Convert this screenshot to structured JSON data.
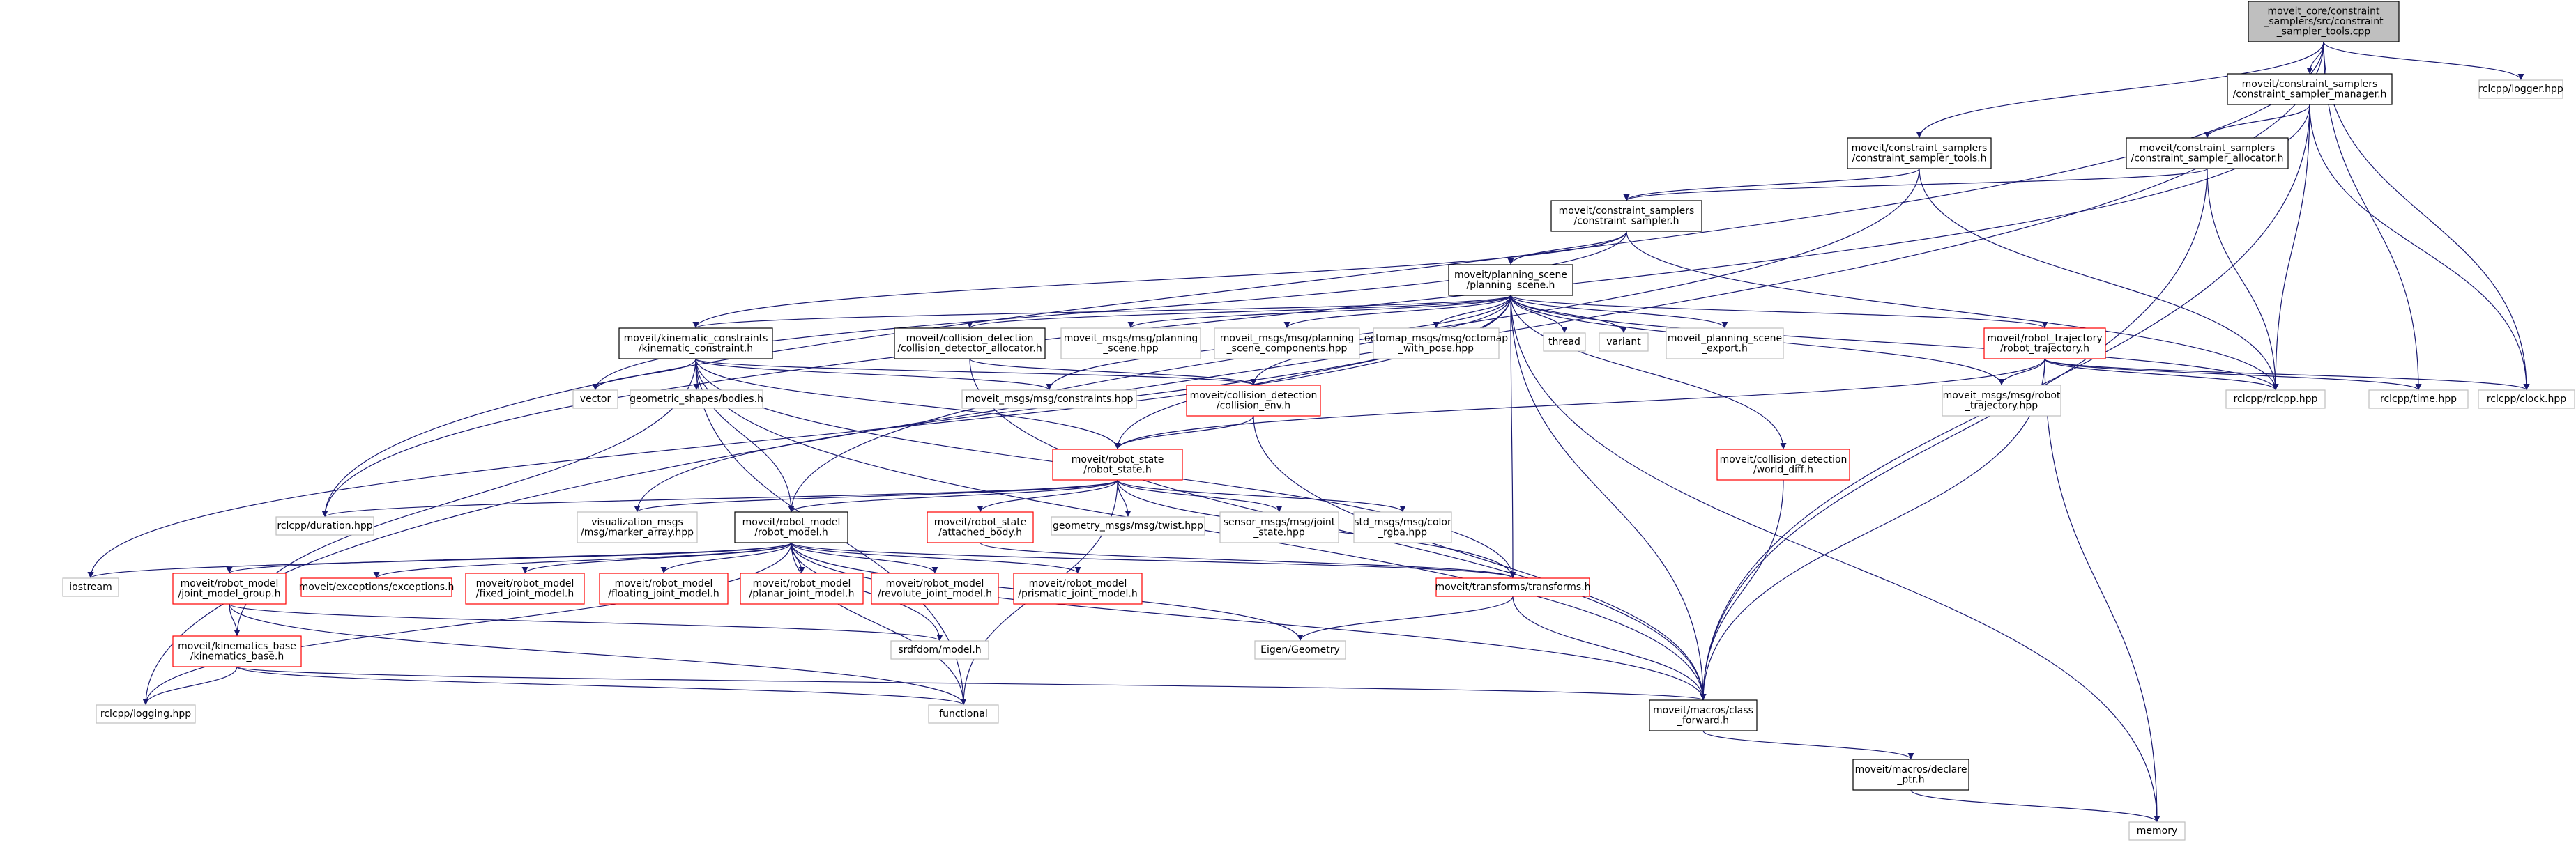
{
  "colors": {
    "edge": "#191970",
    "fill": "#ffffff",
    "root_fill": "#bfbfbf",
    "border_default": "#000000",
    "border_missing": "#bfbfbf",
    "border_truncated": "#ff0000"
  },
  "nodes": [
    {
      "id": "root",
      "lines": [
        "moveit_core/constraint",
        "_samplers/src/constraint",
        "_sampler_tools.cpp"
      ],
      "style": "root"
    },
    {
      "id": "csm",
      "lines": [
        "moveit/constraint_samplers",
        "/constraint_sampler_manager.h"
      ],
      "style": "normal"
    },
    {
      "id": "rclcpp_logger",
      "lines": [
        "rclcpp/logger.hpp"
      ],
      "style": "missing"
    },
    {
      "id": "cst",
      "lines": [
        "moveit/constraint_samplers",
        "/constraint_sampler_tools.h"
      ],
      "style": "normal"
    },
    {
      "id": "csa",
      "lines": [
        "moveit/constraint_samplers",
        "/constraint_sampler_allocator.h"
      ],
      "style": "normal"
    },
    {
      "id": "cs",
      "lines": [
        "moveit/constraint_samplers",
        "/constraint_sampler.h"
      ],
      "style": "normal"
    },
    {
      "id": "ps",
      "lines": [
        "moveit/planning_scene",
        "/planning_scene.h"
      ],
      "style": "normal"
    },
    {
      "id": "kc",
      "lines": [
        "moveit/kinematic_constraints",
        "/kinematic_constraint.h"
      ],
      "style": "normal"
    },
    {
      "id": "cda",
      "lines": [
        "moveit/collision_detection",
        "/collision_detector_allocator.h"
      ],
      "style": "normal"
    },
    {
      "id": "ps_msg",
      "lines": [
        "moveit_msgs/msg/planning",
        "_scene.hpp"
      ],
      "style": "missing"
    },
    {
      "id": "psc_msg",
      "lines": [
        "moveit_msgs/msg/planning",
        "_scene_components.hpp"
      ],
      "style": "missing"
    },
    {
      "id": "octo",
      "lines": [
        "octomap_msgs/msg/octomap",
        "_with_pose.hpp"
      ],
      "style": "missing"
    },
    {
      "id": "thread",
      "lines": [
        "thread"
      ],
      "style": "missing"
    },
    {
      "id": "variant",
      "lines": [
        "variant"
      ],
      "style": "missing"
    },
    {
      "id": "pse",
      "lines": [
        "moveit_planning_scene",
        "_export.h"
      ],
      "style": "missing"
    },
    {
      "id": "rt",
      "lines": [
        "moveit/robot_trajectory",
        "/robot_trajectory.h"
      ],
      "style": "truncated"
    },
    {
      "id": "vector",
      "lines": [
        "vector"
      ],
      "style": "missing"
    },
    {
      "id": "gsb",
      "lines": [
        "geometric_shapes/bodies.h"
      ],
      "style": "missing"
    },
    {
      "id": "constraints",
      "lines": [
        "moveit_msgs/msg/constraints.hpp"
      ],
      "style": "missing"
    },
    {
      "id": "ce",
      "lines": [
        "moveit/collision_detection",
        "/collision_env.h"
      ],
      "style": "truncated"
    },
    {
      "id": "rtraj_msg",
      "lines": [
        "moveit_msgs/msg/robot",
        "_trajectory.hpp"
      ],
      "style": "missing"
    },
    {
      "id": "rclcpp_h",
      "lines": [
        "rclcpp/rclcpp.hpp"
      ],
      "style": "missing"
    },
    {
      "id": "rclcpp_time",
      "lines": [
        "rclcpp/time.hpp"
      ],
      "style": "missing"
    },
    {
      "id": "rclcpp_clock",
      "lines": [
        "rclcpp/clock.hpp"
      ],
      "style": "missing"
    },
    {
      "id": "rs",
      "lines": [
        "moveit/robot_state",
        "/robot_state.h"
      ],
      "style": "truncated"
    },
    {
      "id": "wd",
      "lines": [
        "moveit/collision_detection",
        "/world_diff.h"
      ],
      "style": "truncated"
    },
    {
      "id": "duration",
      "lines": [
        "rclcpp/duration.hpp"
      ],
      "style": "missing"
    },
    {
      "id": "viz",
      "lines": [
        "visualization_msgs",
        "/msg/marker_array.hpp"
      ],
      "style": "missing"
    },
    {
      "id": "rm",
      "lines": [
        "moveit/robot_model",
        "/robot_model.h"
      ],
      "style": "normal"
    },
    {
      "id": "ab",
      "lines": [
        "moveit/robot_state",
        "/attached_body.h"
      ],
      "style": "truncated"
    },
    {
      "id": "twist",
      "lines": [
        "geometry_msgs/msg/twist.hpp"
      ],
      "style": "missing"
    },
    {
      "id": "js",
      "lines": [
        "sensor_msgs/msg/joint",
        "_state.hpp"
      ],
      "style": "missing"
    },
    {
      "id": "rgba",
      "lines": [
        "std_msgs/msg/color",
        "_rgba.hpp"
      ],
      "style": "missing"
    },
    {
      "id": "iostream",
      "lines": [
        "iostream"
      ],
      "style": "missing"
    },
    {
      "id": "jmg",
      "lines": [
        "moveit/robot_model",
        "/joint_model_group.h"
      ],
      "style": "truncated"
    },
    {
      "id": "exc",
      "lines": [
        "moveit/exceptions/exceptions.h"
      ],
      "style": "truncated"
    },
    {
      "id": "fjm",
      "lines": [
        "moveit/robot_model",
        "/fixed_joint_model.h"
      ],
      "style": "truncated"
    },
    {
      "id": "flj",
      "lines": [
        "moveit/robot_model",
        "/floating_joint_model.h"
      ],
      "style": "truncated"
    },
    {
      "id": "pjm",
      "lines": [
        "moveit/robot_model",
        "/planar_joint_model.h"
      ],
      "style": "truncated"
    },
    {
      "id": "rjm",
      "lines": [
        "moveit/robot_model",
        "/revolute_joint_model.h"
      ],
      "style": "truncated"
    },
    {
      "id": "prjm",
      "lines": [
        "moveit/robot_model",
        "/prismatic_joint_model.h"
      ],
      "style": "truncated"
    },
    {
      "id": "tf",
      "lines": [
        "moveit/transforms/transforms.h"
      ],
      "style": "truncated"
    },
    {
      "id": "eigen",
      "lines": [
        "Eigen/Geometry"
      ],
      "style": "missing"
    },
    {
      "id": "kb",
      "lines": [
        "moveit/kinematics_base",
        "/kinematics_base.h"
      ],
      "style": "truncated"
    },
    {
      "id": "srdf",
      "lines": [
        "srdfdom/model.h"
      ],
      "style": "missing"
    },
    {
      "id": "logging",
      "lines": [
        "rclcpp/logging.hpp"
      ],
      "style": "missing"
    },
    {
      "id": "functional",
      "lines": [
        "functional"
      ],
      "style": "missing"
    },
    {
      "id": "cf",
      "lines": [
        "moveit/macros/class",
        "_forward.h"
      ],
      "style": "normal"
    },
    {
      "id": "dp",
      "lines": [
        "moveit/macros/declare",
        "_ptr.h"
      ],
      "style": "normal"
    },
    {
      "id": "memory",
      "lines": [
        "memory"
      ],
      "style": "missing"
    }
  ],
  "edges": [
    [
      "root",
      "csm"
    ],
    [
      "root",
      "rclcpp_logger"
    ],
    [
      "root",
      "cst"
    ],
    [
      "root",
      "duration"
    ],
    [
      "root",
      "logging"
    ],
    [
      "root",
      "rclcpp_time"
    ],
    [
      "root",
      "rclcpp_clock"
    ],
    [
      "csm",
      "csa"
    ],
    [
      "csm",
      "cf"
    ],
    [
      "csm",
      "rclcpp_h"
    ],
    [
      "csm",
      "rclcpp_clock"
    ],
    [
      "csm",
      "duration"
    ],
    [
      "cst",
      "cs"
    ],
    [
      "cst",
      "rclcpp_h"
    ],
    [
      "cst",
      "rm"
    ],
    [
      "csa",
      "cs"
    ],
    [
      "csa",
      "cf"
    ],
    [
      "csa",
      "rclcpp_h"
    ],
    [
      "cs",
      "ps"
    ],
    [
      "cs",
      "kc"
    ],
    [
      "cs",
      "vector"
    ],
    [
      "cs",
      "rclcpp_h"
    ],
    [
      "ps",
      "kc"
    ],
    [
      "ps",
      "cda"
    ],
    [
      "ps",
      "ps_msg"
    ],
    [
      "ps",
      "psc_msg"
    ],
    [
      "ps",
      "octo"
    ],
    [
      "ps",
      "thread"
    ],
    [
      "ps",
      "variant"
    ],
    [
      "ps",
      "pse"
    ],
    [
      "ps",
      "rt"
    ],
    [
      "ps",
      "rtraj_msg"
    ],
    [
      "ps",
      "rclcpp_h"
    ],
    [
      "ps",
      "memory"
    ],
    [
      "ps",
      "wd"
    ],
    [
      "ps",
      "tf"
    ],
    [
      "ps",
      "cf"
    ],
    [
      "ps",
      "ce"
    ],
    [
      "ps",
      "constraints"
    ],
    [
      "ps",
      "viz"
    ],
    [
      "ps",
      "rs"
    ],
    [
      "ps",
      "iostream"
    ],
    [
      "kc",
      "vector"
    ],
    [
      "kc",
      "gsb"
    ],
    [
      "kc",
      "constraints"
    ],
    [
      "kc",
      "ce"
    ],
    [
      "kc",
      "rm"
    ],
    [
      "kc",
      "rs"
    ],
    [
      "kc",
      "kb"
    ],
    [
      "kc",
      "tf"
    ],
    [
      "kc",
      "functional"
    ],
    [
      "kc",
      "cf"
    ],
    [
      "cda",
      "ce"
    ],
    [
      "cda",
      "cf"
    ],
    [
      "rt",
      "rtraj_msg"
    ],
    [
      "rt",
      "rclcpp_h"
    ],
    [
      "rt",
      "rs"
    ],
    [
      "rt",
      "cf"
    ],
    [
      "rt",
      "memory"
    ],
    [
      "rt",
      "rclcpp_time"
    ],
    [
      "rt",
      "rclcpp_clock"
    ],
    [
      "ce",
      "rs"
    ],
    [
      "ce",
      "cf"
    ],
    [
      "rs",
      "rm"
    ],
    [
      "rs",
      "ab"
    ],
    [
      "rs",
      "twist"
    ],
    [
      "rs",
      "js"
    ],
    [
      "rs",
      "rgba"
    ],
    [
      "rs",
      "viz"
    ],
    [
      "rs",
      "duration"
    ],
    [
      "rs",
      "tf"
    ],
    [
      "rs",
      "functional"
    ],
    [
      "wd",
      "cf"
    ],
    [
      "rm",
      "jmg"
    ],
    [
      "rm",
      "exc"
    ],
    [
      "rm",
      "fjm"
    ],
    [
      "rm",
      "flj"
    ],
    [
      "rm",
      "pjm"
    ],
    [
      "rm",
      "rjm"
    ],
    [
      "rm",
      "prjm"
    ],
    [
      "rm",
      "srdf"
    ],
    [
      "rm",
      "iostream"
    ],
    [
      "rm",
      "eigen"
    ],
    [
      "rm",
      "cf"
    ],
    [
      "rm",
      "logging"
    ],
    [
      "rm",
      "tf"
    ],
    [
      "rm",
      "functional"
    ],
    [
      "ab",
      "tf"
    ],
    [
      "jmg",
      "kb"
    ],
    [
      "jmg",
      "srdf"
    ],
    [
      "jmg",
      "functional"
    ],
    [
      "tf",
      "eigen"
    ],
    [
      "tf",
      "cf"
    ],
    [
      "kb",
      "cf"
    ],
    [
      "kb",
      "logging"
    ],
    [
      "kb",
      "functional"
    ],
    [
      "cf",
      "dp"
    ],
    [
      "dp",
      "memory"
    ]
  ]
}
